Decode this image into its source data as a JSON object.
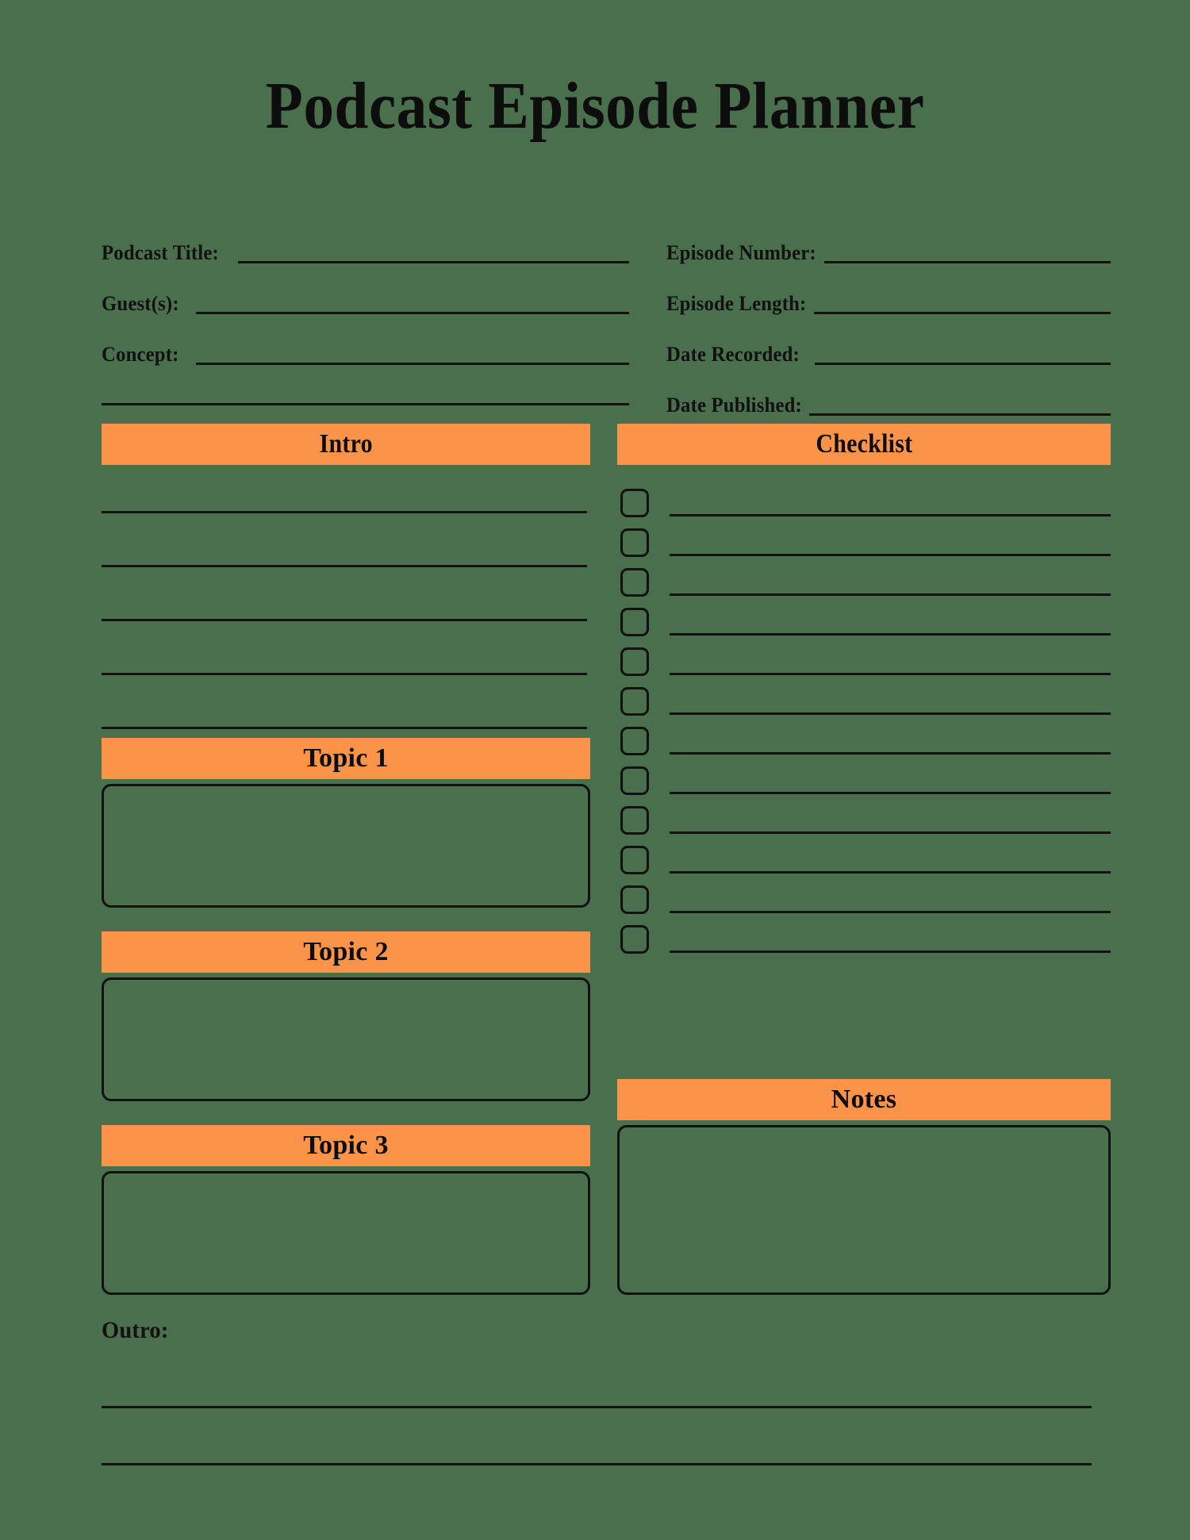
{
  "document": {
    "title": "Podcast Episode Planner",
    "background_color": "#4a6f4c",
    "accent_color": "#fb9449",
    "ink_color": "#111111"
  },
  "meta_fields": {
    "left": [
      {
        "label": "Podcast Title:",
        "value": ""
      },
      {
        "label": "Guest(s):",
        "value": ""
      },
      {
        "label": "Concept:",
        "value": ""
      }
    ],
    "right": [
      {
        "label": "Episode Number:",
        "value": ""
      },
      {
        "label": "Episode Length:",
        "value": ""
      },
      {
        "label": "Date Recorded:",
        "value": ""
      },
      {
        "label": "Date Published:",
        "value": ""
      }
    ]
  },
  "sections": {
    "intro": {
      "heading": "Intro",
      "line_count": 5
    },
    "topic1": {
      "heading": "Topic 1"
    },
    "topic2": {
      "heading": "Topic 2"
    },
    "topic3": {
      "heading": "Topic 3"
    },
    "checklist": {
      "heading": "Checklist",
      "item_count": 12
    },
    "notes": {
      "heading": "Notes"
    },
    "outro": {
      "label": "Outro:",
      "line_count": 2
    }
  }
}
